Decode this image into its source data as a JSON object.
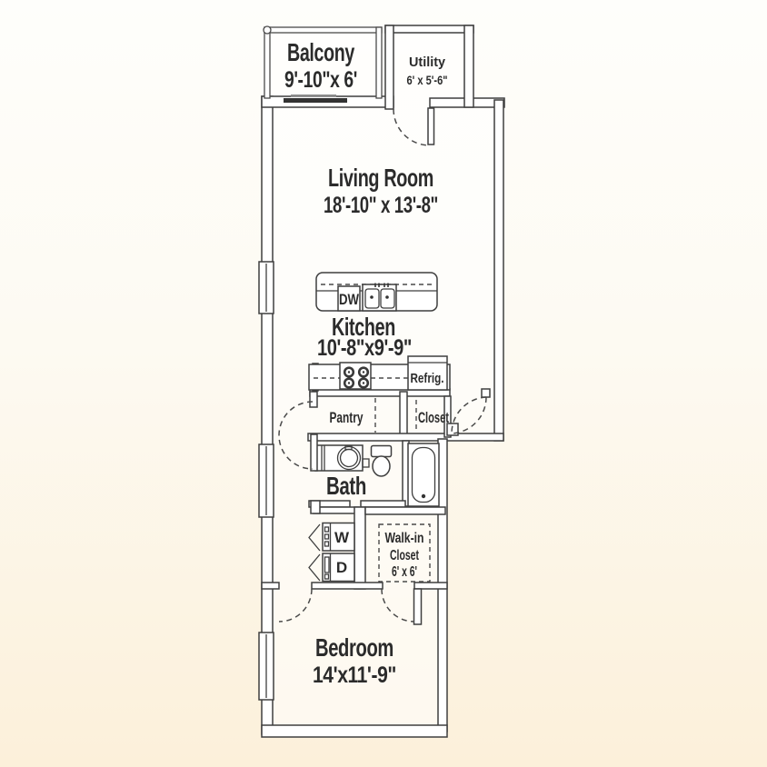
{
  "colors": {
    "background_top": "#fefefb",
    "background_bottom": "#fcf0da",
    "line": "#3f3f3f",
    "text": "#2b2b2b",
    "wall_fill": "#ffffff",
    "door_dark": "#333333"
  },
  "rooms": {
    "balcony": {
      "name": "Balcony",
      "dims": "9'-10\"x 6'"
    },
    "utility": {
      "name": "Utility",
      "dims": "6' x 5'-6\""
    },
    "living": {
      "name": "Living Room",
      "dims": "18'-10\" x 13'-8\""
    },
    "kitchen": {
      "name": "Kitchen",
      "dims": "10'-8\"x9'-9\""
    },
    "pantry": {
      "name": "Pantry"
    },
    "closet": {
      "name": "Closet"
    },
    "bath": {
      "name": "Bath"
    },
    "walk_in": {
      "line1": "Walk-in",
      "line2": "Closet",
      "dims": "6' x 6'"
    },
    "bedroom": {
      "name": "Bedroom",
      "dims": "14'x11'-9\""
    }
  },
  "fixtures": {
    "dishwasher": "DW",
    "refrigerator": "Refrig.",
    "washer": "W",
    "dryer": "D"
  }
}
